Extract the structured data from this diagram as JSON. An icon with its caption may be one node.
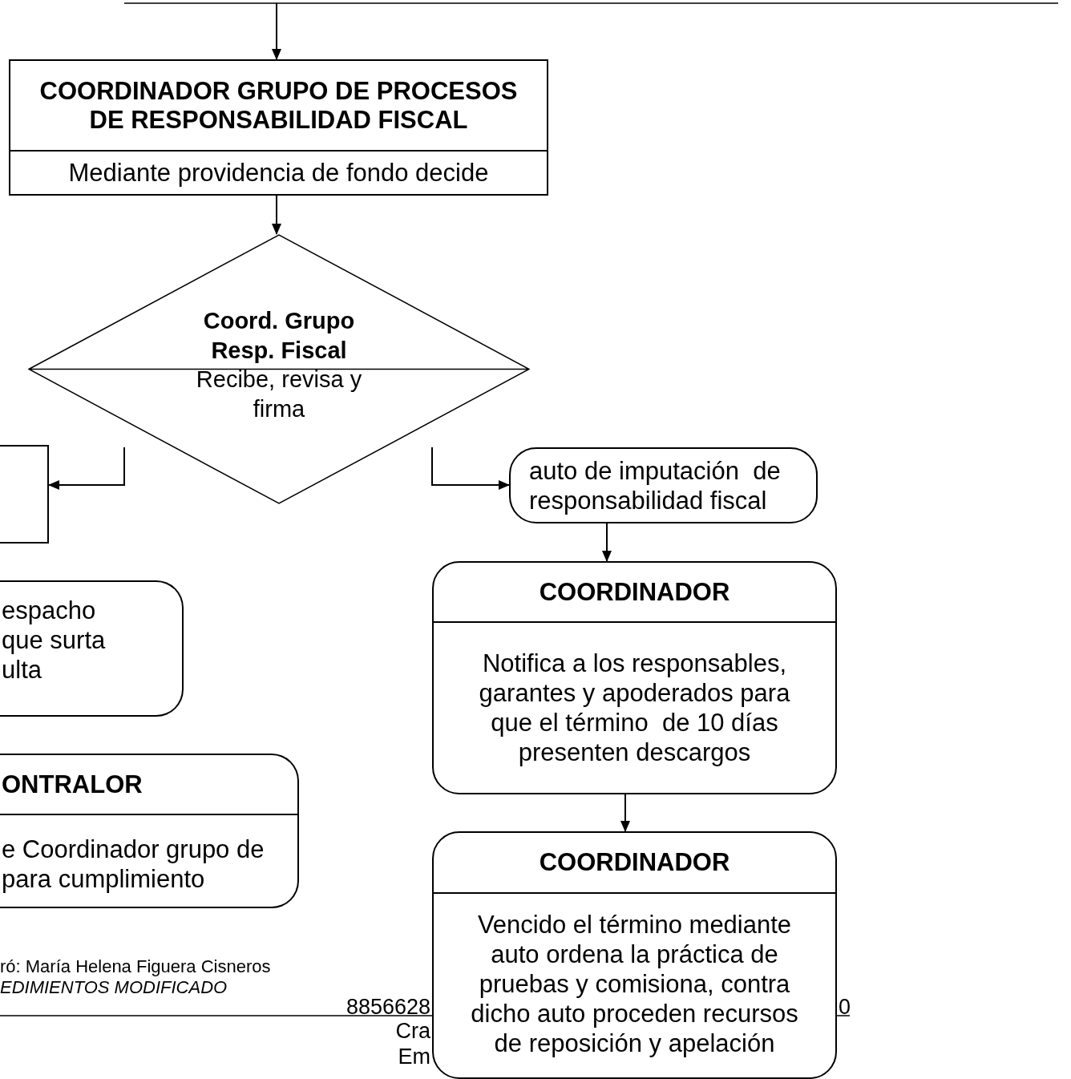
{
  "diagram": {
    "nodes": [
      {
        "text": [
          "COORDINADOR GRUPO DE PROCESOS DE RESPONSABILIDAD FISCAL",
          "Mediante providencia de fondo decide"
        ]
      },
      {
        "text": [
          "Coord. Grupo Resp. Fiscal",
          "Recibe, revisa y firma"
        ]
      },
      {
        "text": [],
        "shape": "box"
      },
      {
        "text": [
          "auto de imputación  de responsabilidad fiscal"
        ]
      },
      {
        "text": [
          "COORDINADOR",
          "Notifica a los responsables, garantes y apoderados para que el término  de 10 días presenten descargos"
        ]
      },
      {
        "text": [
          "COORDINADOR",
          "Vencido el término mediante auto ordena la práctica de pruebas y comisiona, contra dicho auto proceden recursos de reposición y apelación"
        ]
      },
      {
        "text": [
          "espacho que surta ulta"
        ]
      },
      {
        "text": [
          "ONTRALOR",
          "e Coordinador grupo de para cumplimiento"
        ]
      }
    ],
    "edges": [
      {
        "from": null,
        "to": 0,
        "arrow": "to"
      },
      {
        "from": 0,
        "to": 1,
        "arrow": "to"
      },
      {
        "from": 1,
        "to": 2,
        "arrow": "to"
      },
      {
        "from": 1,
        "to": 3,
        "arrow": "to"
      },
      {
        "from": 3,
        "to": 4,
        "arrow": "to"
      },
      {
        "from": 4,
        "to": 5,
        "arrow": "to"
      }
    ],
    "labels": [
      "ró: María Helena Figuera Cisneros",
      "EDIMIENTOS MODIFICADO",
      "8856628",
      "0",
      "Cra",
      "Em"
    ]
  }
}
